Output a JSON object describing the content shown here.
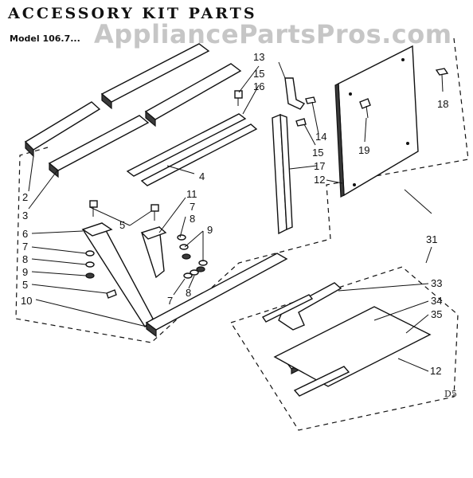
{
  "header": {
    "title": "ACCESSORY KIT PARTS",
    "model_label": "Model 106.7..."
  },
  "watermark": "AppliancePartsPros.com",
  "diagram_code": "D5",
  "callouts": {
    "c2": "2",
    "c3": "3",
    "c4": "4",
    "c5a": "5",
    "c5b": "5",
    "c6": "6",
    "c7a": "7",
    "c7b": "7",
    "c7c": "7",
    "c8a": "8",
    "c8b": "8",
    "c8c": "8",
    "c9a": "9",
    "c9b": "9",
    "c10": "10",
    "c11": "11",
    "c12a": "12",
    "c12b": "12",
    "c13": "13",
    "c14": "14",
    "c15a": "15",
    "c15b": "15",
    "c16": "16",
    "c17": "17",
    "c18": "18",
    "c19": "19",
    "c31": "31",
    "c33": "33",
    "c34": "34",
    "c35": "35"
  }
}
